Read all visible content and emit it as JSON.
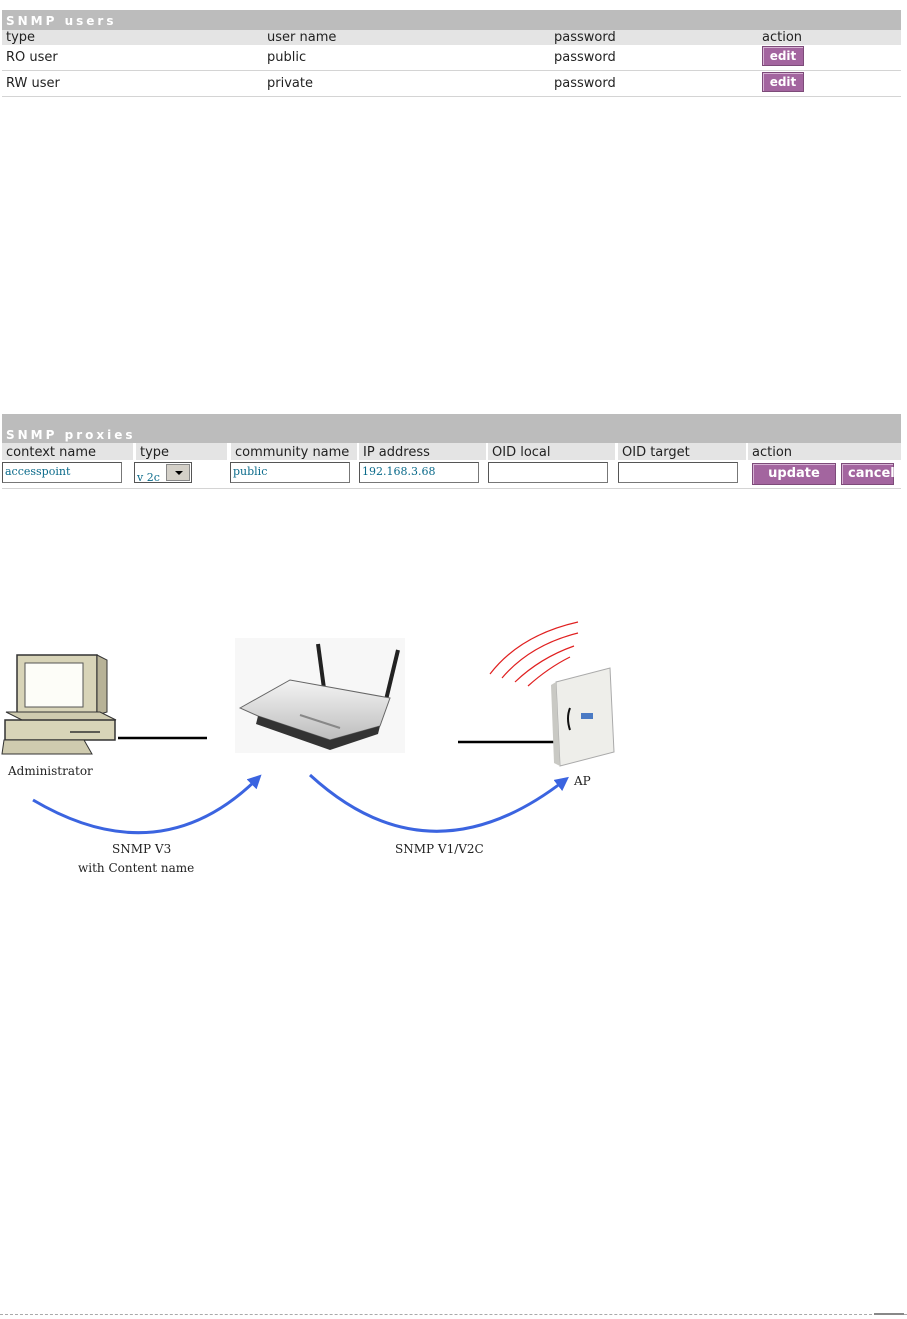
{
  "users": {
    "title": "SNMP users",
    "headers": [
      "type",
      "user name",
      "password",
      "action"
    ],
    "rows": [
      {
        "type": "RO user",
        "user_name": "public",
        "password": "password",
        "action": "edit"
      },
      {
        "type": "RW user",
        "user_name": "private",
        "password": "password",
        "action": "edit"
      }
    ]
  },
  "proxies": {
    "title": "SNMP proxies",
    "headers": [
      "context name",
      "type",
      "community name",
      "IP address",
      "OID local",
      "OID target",
      "action"
    ],
    "row": {
      "context_name": "accesspoint",
      "type": "v 2c",
      "community_name": "public",
      "ip_address": "192.168.3.68",
      "oid_local": "",
      "oid_target": "",
      "update": "update",
      "cancel": "cancel"
    }
  },
  "diagram": {
    "admin_label": "Administrator",
    "ap_label": "AP",
    "left_arrow_label_1": "SNMP V3",
    "left_arrow_label_2": "with Content name",
    "right_arrow_label": "SNMP V1/V2C",
    "arrow_color": "#3b64e0",
    "signal_color": "#e02020"
  },
  "colors": {
    "title_bar": "#bcbcbc",
    "header_row": "#e4e4e4",
    "button": "#a3659f"
  }
}
